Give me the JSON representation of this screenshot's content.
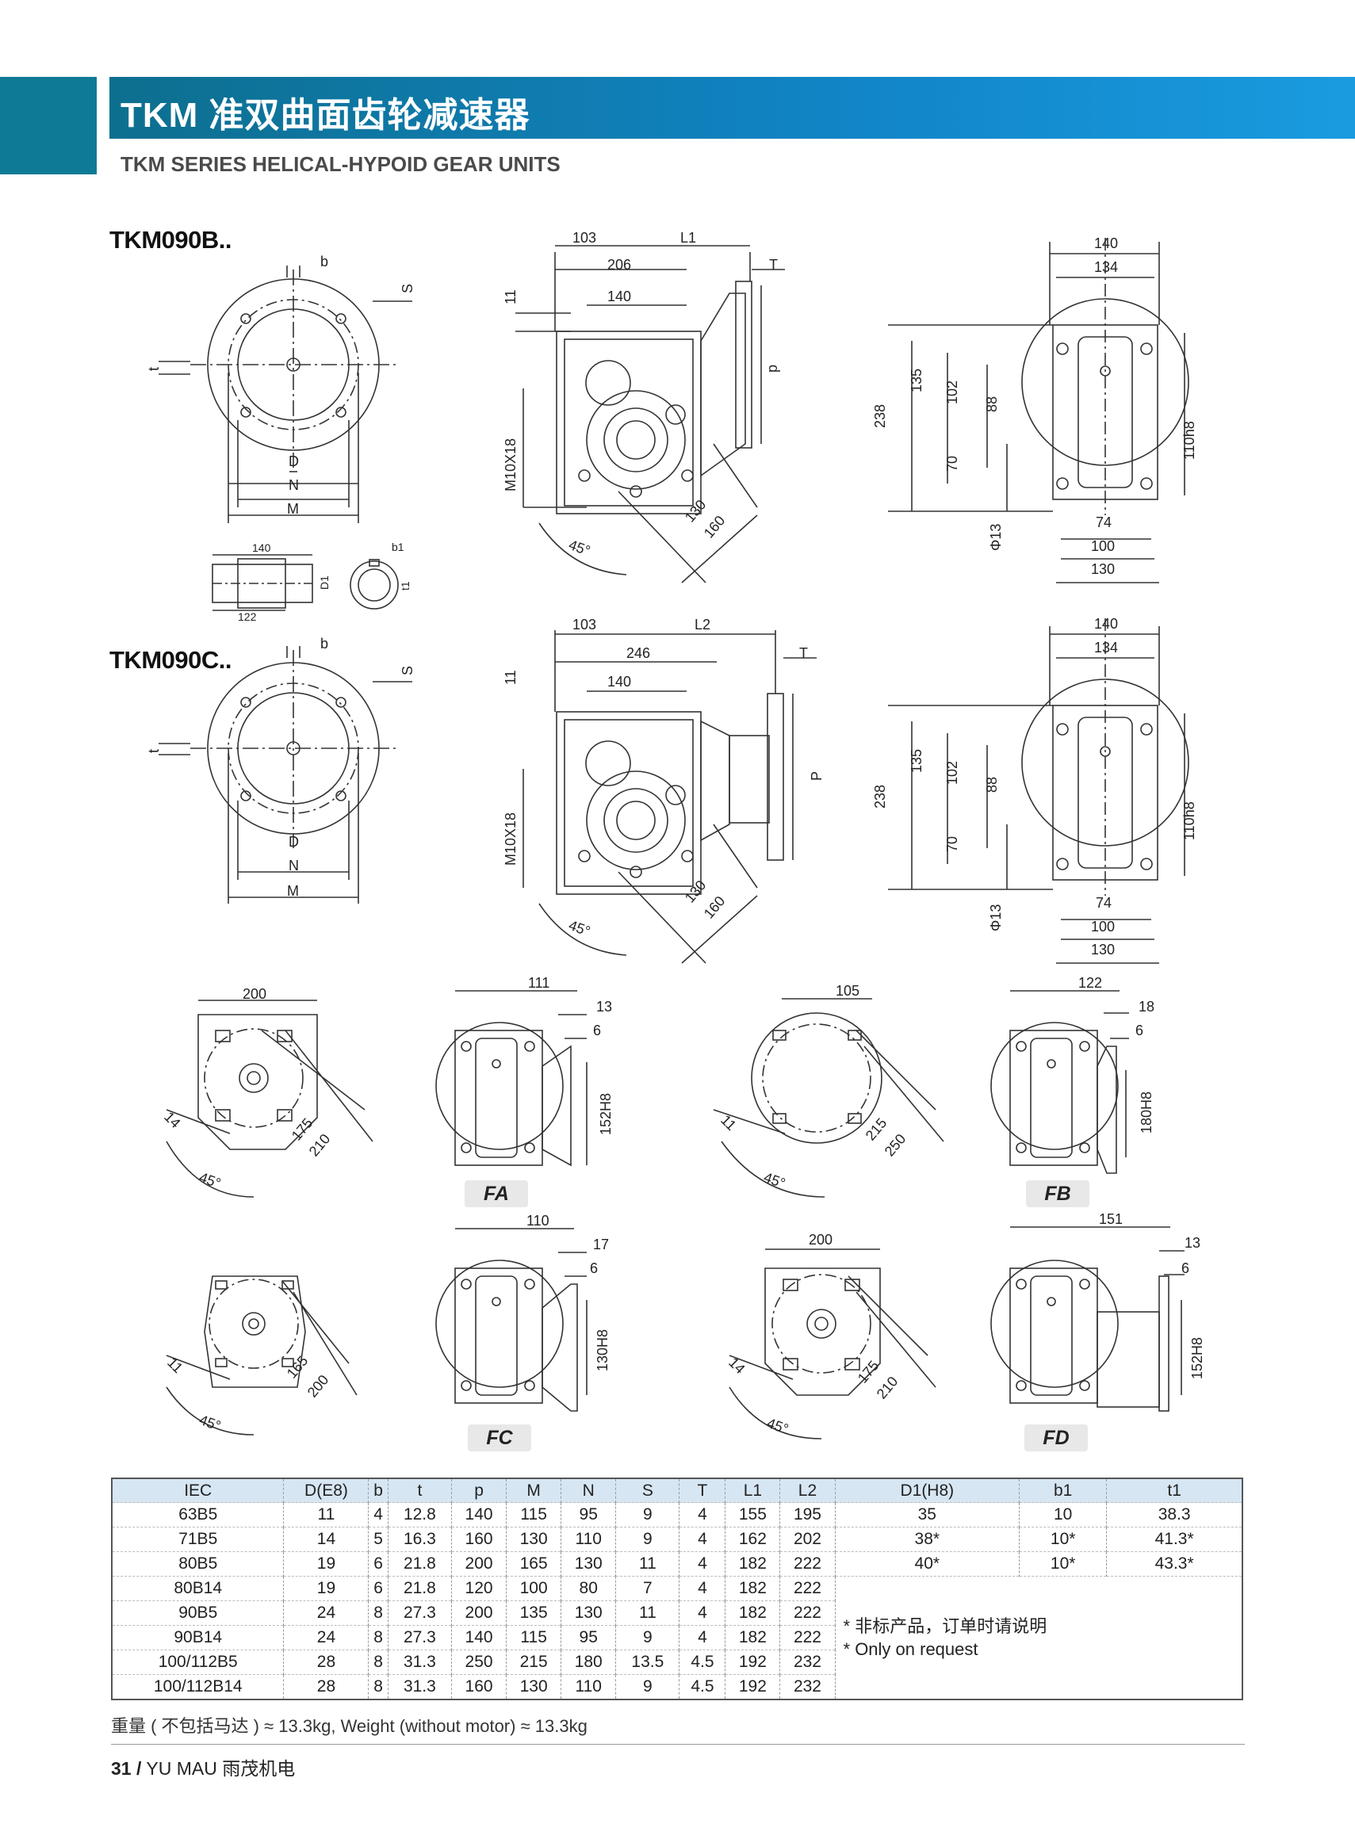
{
  "header": {
    "title": "TKM 准双曲面齿轮减速器",
    "subtitle": "TKM SERIES HELICAL-HYPOID GEAR UNITS"
  },
  "models": {
    "b": "TKM090B..",
    "c": "TKM090C.."
  },
  "drawing_labels": {
    "b": "b",
    "S": "S",
    "t": "t",
    "D": "D",
    "N": "N",
    "M": "M",
    "p": "p",
    "P": "P",
    "T": "T",
    "L1": "L1",
    "L2": "L2",
    "b1": "b1",
    "t1": "t1",
    "D1": "D1",
    "d103": "103",
    "d206": "206",
    "d246": "246",
    "d140": "140",
    "d11": "11",
    "m10": "M10X18",
    "d130": "130",
    "d160": "160",
    "deg45": "45°",
    "d134": "134",
    "d238": "238",
    "d135": "135",
    "d102": "102",
    "d88": "88",
    "d70": "70",
    "phi13": "Φ13",
    "d74": "74",
    "d100": "100",
    "h110": "110h8",
    "shaft140": "140",
    "shaft122": "122"
  },
  "flanges": {
    "fa": {
      "label": "FA",
      "d1": "200",
      "d2": "175",
      "d3": "210",
      "hole": "14",
      "angle": "45°",
      "side": "111",
      "t1": "13",
      "t2": "6",
      "pilot": "152H8"
    },
    "fb": {
      "label": "FB",
      "d1": "105",
      "d2": "215",
      "d3": "250",
      "hole": "11",
      "angle": "45°",
      "side": "122",
      "t1": "18",
      "t2": "6",
      "pilot": "180H8"
    },
    "fc": {
      "label": "FC",
      "d2": "165",
      "d3": "200",
      "hole": "11",
      "angle": "45°",
      "side": "110",
      "t1": "17",
      "t2": "6",
      "pilot": "130H8"
    },
    "fd": {
      "label": "FD",
      "d1": "200",
      "d2": "175",
      "d3": "210",
      "hole": "14",
      "angle": "45°",
      "side": "151",
      "t1": "13",
      "t2": "6",
      "pilot": "152H8"
    }
  },
  "table": {
    "headers": [
      "IEC",
      "D(E8)",
      "b",
      "t",
      "p",
      "M",
      "N",
      "S",
      "T",
      "L1",
      "L2",
      "D1(H8)",
      "b1",
      "t1"
    ],
    "rows": [
      [
        "63B5",
        "11",
        "4",
        "12.8",
        "140",
        "115",
        "95",
        "9",
        "4",
        "155",
        "195",
        "35",
        "10",
        "38.3"
      ],
      [
        "71B5",
        "14",
        "5",
        "16.3",
        "160",
        "130",
        "110",
        "9",
        "4",
        "162",
        "202",
        "38*",
        "10*",
        "41.3*"
      ],
      [
        "80B5",
        "19",
        "6",
        "21.8",
        "200",
        "165",
        "130",
        "11",
        "4",
        "182",
        "222",
        "40*",
        "10*",
        "43.3*"
      ],
      [
        "80B14",
        "19",
        "6",
        "21.8",
        "120",
        "100",
        "80",
        "7",
        "4",
        "182",
        "222"
      ],
      [
        "90B5",
        "24",
        "8",
        "27.3",
        "200",
        "135",
        "130",
        "11",
        "4",
        "182",
        "222"
      ],
      [
        "90B14",
        "24",
        "8",
        "27.3",
        "140",
        "115",
        "95",
        "9",
        "4",
        "182",
        "222"
      ],
      [
        "100/112B5",
        "28",
        "8",
        "31.3",
        "250",
        "215",
        "180",
        "13.5",
        "4.5",
        "192",
        "232"
      ],
      [
        "100/112B14",
        "28",
        "8",
        "31.3",
        "160",
        "130",
        "110",
        "9",
        "4.5",
        "192",
        "232"
      ]
    ],
    "note_cn": "* 非标产品，订单时请说明",
    "note_en": "* Only on request"
  },
  "weight": "重量 ( 不包括马达 ) ≈ 13.3kg, Weight (without motor) ≈ 13.3kg",
  "footer": {
    "page": "31",
    "sep": "/",
    "brand": "YU MAU 雨茂机电"
  }
}
